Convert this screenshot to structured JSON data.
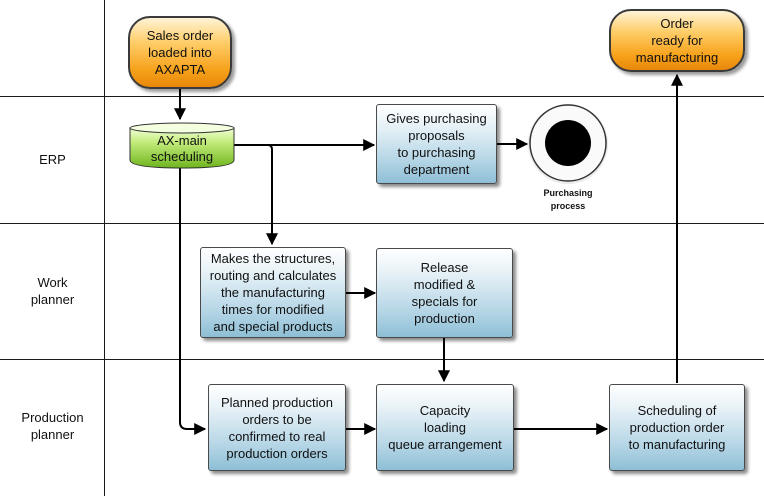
{
  "lanes": {
    "erp": "ERP",
    "work_planner": "Work\nplanner",
    "production_planner": "Production\nplanner"
  },
  "nodes": {
    "sales_order": "Sales order\nloaded into\nAXAPTA",
    "order_ready": "Order\nready for\nmanufacturing",
    "ax_main": "AX-main\nscheduling",
    "purchasing_proposals": "Gives purchasing\nproposals\nto purchasing\ndepartment",
    "purchasing_process": "Purchasing\nprocess",
    "makes_structures": "Makes the structures,\nrouting and calculates\nthe manufacturing\ntimes for modified\nand special products",
    "release": "Release\nmodified &\nspecials for\nproduction",
    "planned_orders": "Planned production\norders to be\nconfirmed to real\nproduction orders",
    "capacity": "Capacity\nloading\nqueue arrangement",
    "scheduling": "Scheduling of\nproduction order\nto manufacturing"
  },
  "colors": {
    "process_box": "#b6d6e6",
    "terminal": "#f7a21b",
    "database": "#8fcf3a",
    "end_event": "#000000"
  }
}
